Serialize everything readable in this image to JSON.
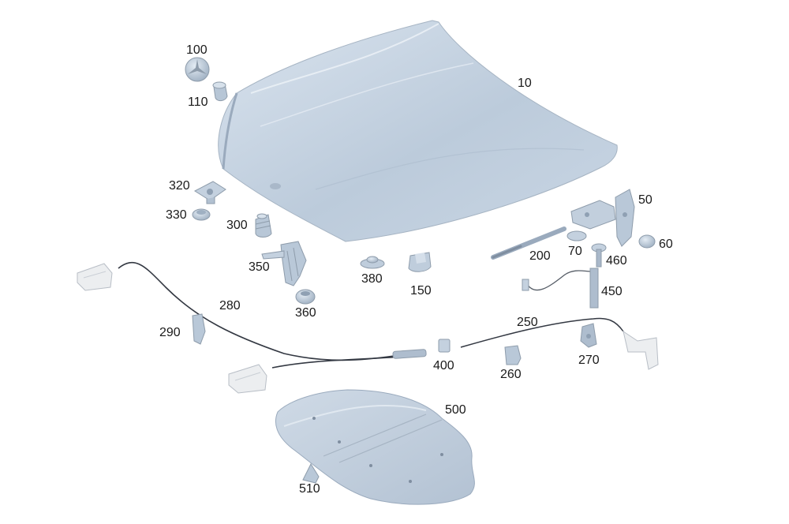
{
  "colors": {
    "part_fill": "#bccbdb",
    "part_light": "#dde6ef",
    "part_shadow": "#9aaabd",
    "outline": "#8e9cab",
    "cable": "#333842",
    "white_part": "#eceef0",
    "label": "#1a1a1a"
  },
  "callouts": [
    {
      "id": "100",
      "text": "100"
    },
    {
      "id": "110",
      "text": "110"
    },
    {
      "id": "10",
      "text": "10"
    },
    {
      "id": "320",
      "text": "320"
    },
    {
      "id": "330",
      "text": "330"
    },
    {
      "id": "300",
      "text": "300"
    },
    {
      "id": "50",
      "text": "50"
    },
    {
      "id": "60",
      "text": "60"
    },
    {
      "id": "70",
      "text": "70"
    },
    {
      "id": "460",
      "text": "460"
    },
    {
      "id": "200",
      "text": "200"
    },
    {
      "id": "350",
      "text": "350"
    },
    {
      "id": "380",
      "text": "380"
    },
    {
      "id": "150",
      "text": "150"
    },
    {
      "id": "450",
      "text": "450"
    },
    {
      "id": "280",
      "text": "280"
    },
    {
      "id": "360",
      "text": "360"
    },
    {
      "id": "250",
      "text": "250"
    },
    {
      "id": "290",
      "text": "290"
    },
    {
      "id": "400",
      "text": "400"
    },
    {
      "id": "260",
      "text": "260"
    },
    {
      "id": "270",
      "text": "270"
    },
    {
      "id": "500",
      "text": "500"
    },
    {
      "id": "510",
      "text": "510"
    }
  ]
}
